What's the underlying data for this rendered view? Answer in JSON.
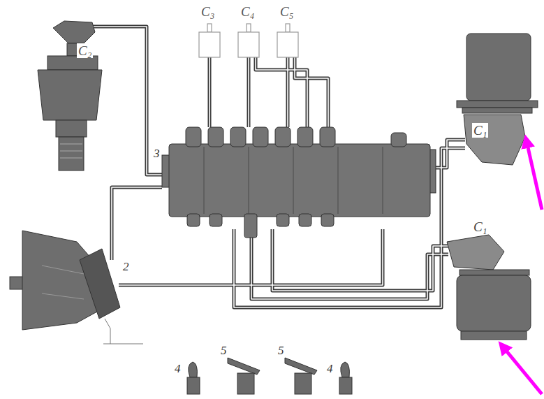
{
  "diagram": {
    "labels": [
      "C₃",
      "C₄",
      "C₅",
      "C₂",
      "3",
      "C₁",
      "C₁",
      "2",
      "4",
      "5",
      "5",
      "4"
    ]
  }
}
